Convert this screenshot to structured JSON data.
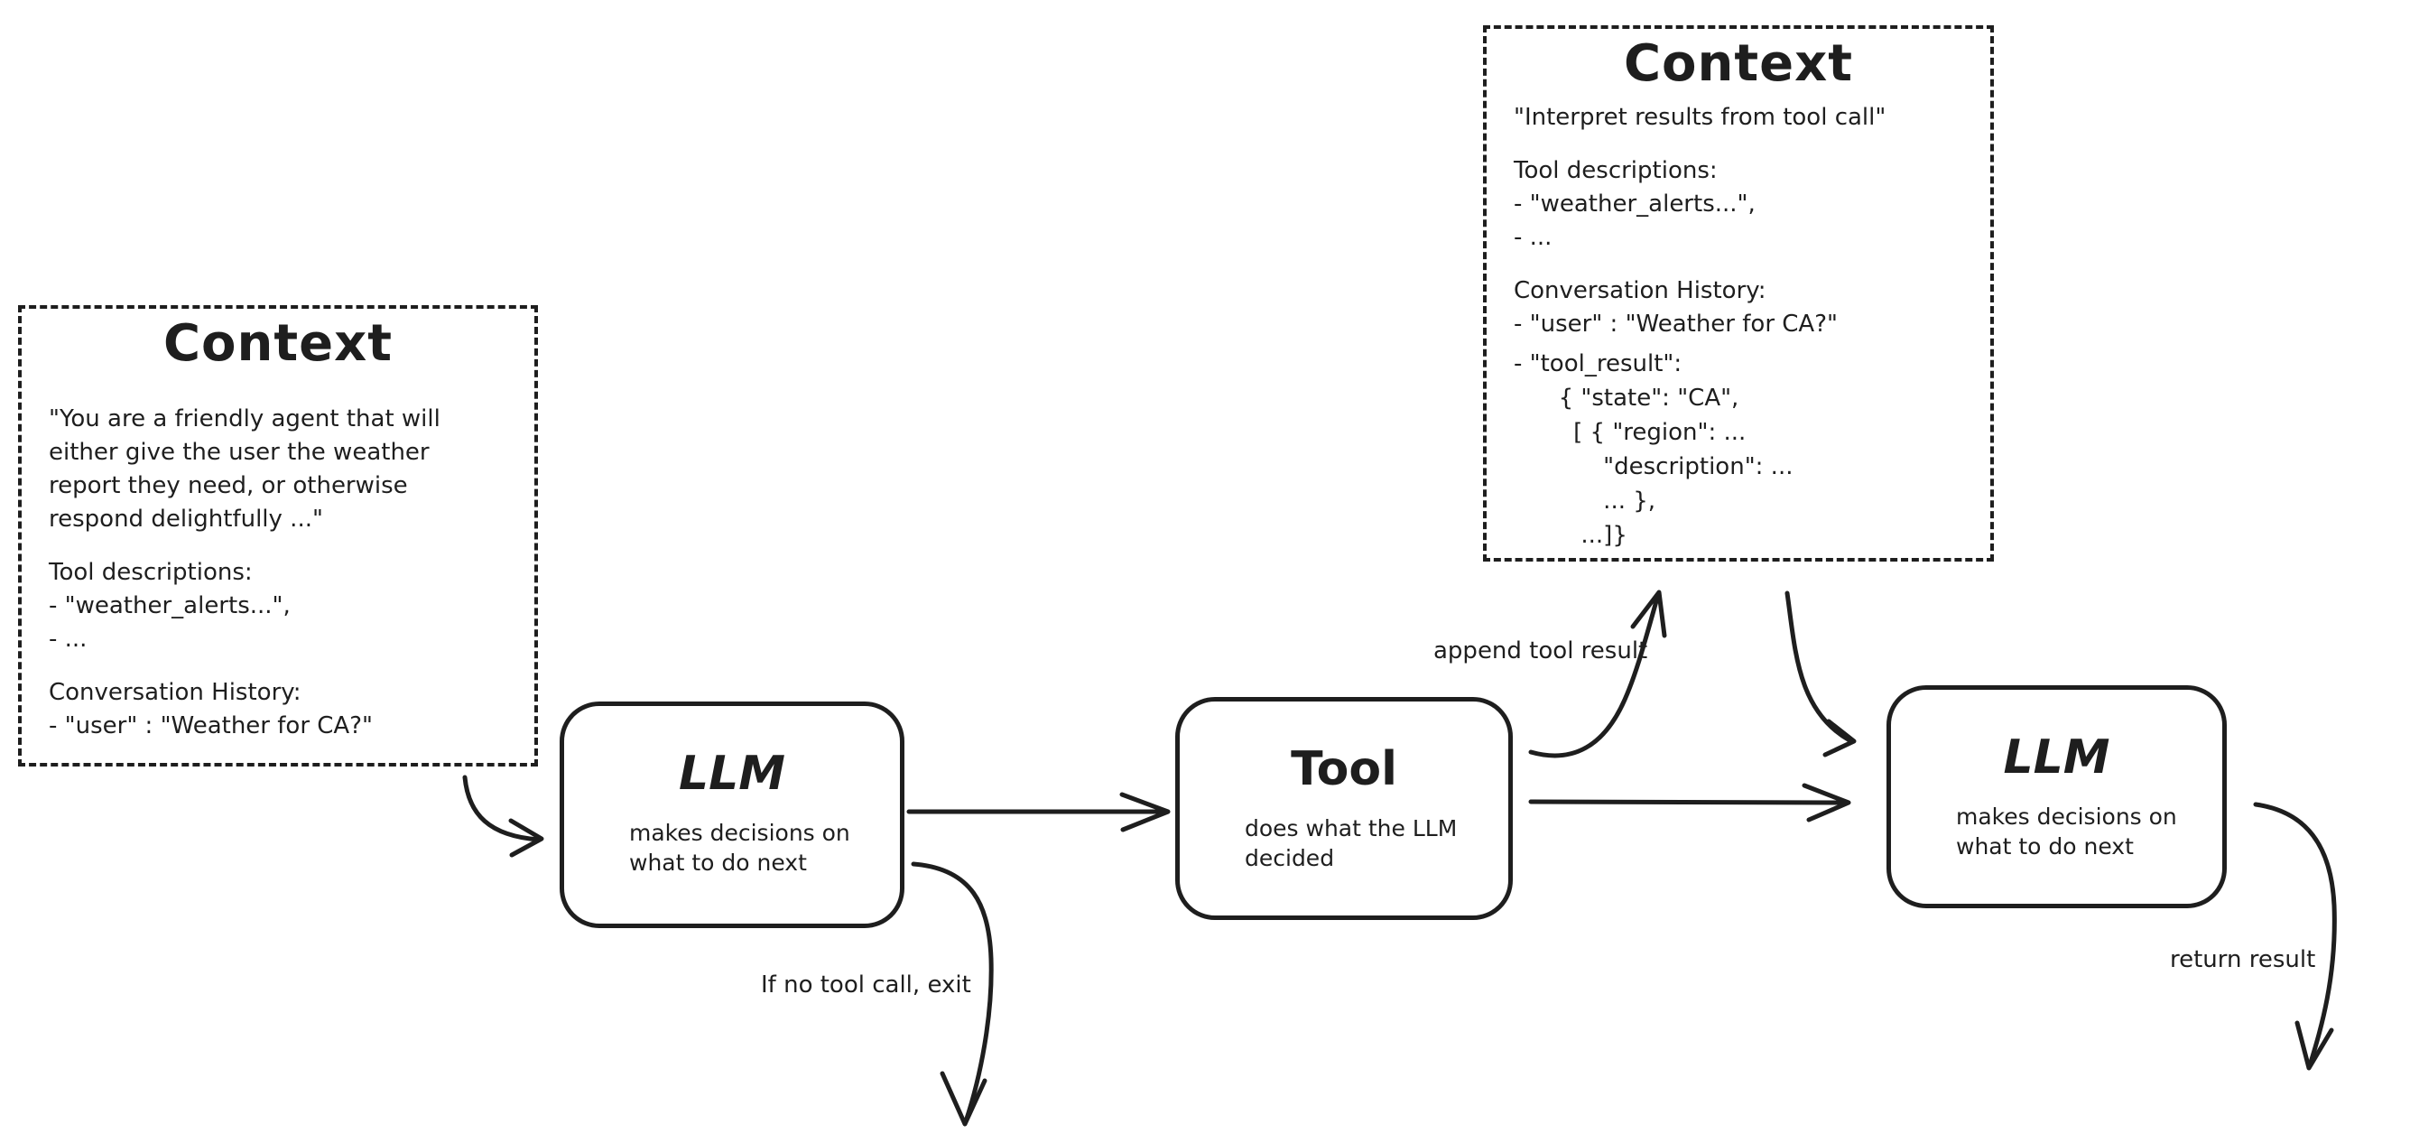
{
  "diagram": {
    "colors": {
      "ink": "#1e1e1e",
      "background": "#ffffff"
    },
    "context_box_1": {
      "title": "Context",
      "system_prompt": "\"You are a friendly agent that will\neither give the user the weather\nreport they need, or otherwise\nrespond delightfully ...\"",
      "tools_heading": "Tool descriptions:",
      "tools_items": [
        "- \"weather_alerts...\",",
        "- ..."
      ],
      "conversation_heading": "Conversation History:",
      "conversation_items": [
        "- \"user\" : \"Weather for CA?\""
      ]
    },
    "context_box_2": {
      "title": "Context",
      "instruction": "\"Interpret results from tool call\"",
      "tools_heading": "Tool descriptions:",
      "tools_items": [
        "- \"weather_alerts...\",",
        "- ..."
      ],
      "conversation_heading": "Conversation History:",
      "conversation_items": [
        "- \"user\" : \"Weather for CA?\""
      ],
      "tool_result_block": "- \"tool_result\":\n      { \"state\": \"CA\",\n        [ { \"region\": ...\n            \"description\": ...\n            ... },\n         ...]}"
    },
    "llm_box_1": {
      "title": "LLM",
      "subtitle": "makes decisions on\nwhat to do next"
    },
    "tool_box": {
      "title": "Tool",
      "subtitle": "does what the LLM\ndecided"
    },
    "llm_box_2": {
      "title": "LLM",
      "subtitle": "makes decisions on\nwhat to do next"
    },
    "arrow_labels": {
      "append_tool_result": "append tool result",
      "if_no_tool_call": "If no tool call, exit",
      "return_result": "return result"
    }
  }
}
